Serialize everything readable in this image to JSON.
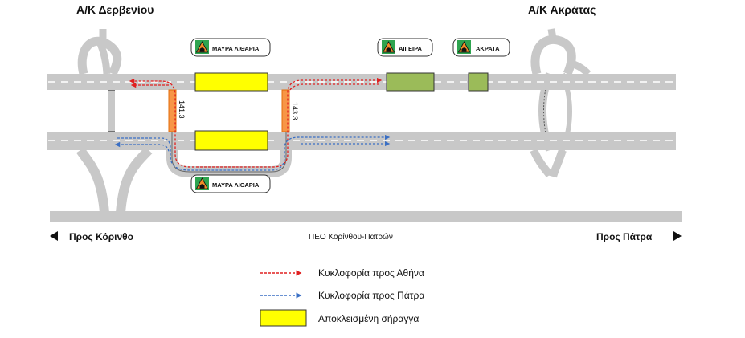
{
  "interchanges": {
    "left": "Α/Κ Δερβενίου",
    "right": "Α/Κ Ακράτας"
  },
  "tunnel_signs": {
    "top_left": "ΜΑΥΡΑ ΛΙΘΑΡΙΑ",
    "top_middle": "ΑΙΓΕΙΡΑ",
    "top_right": "ΑΚΡΑΤΑ",
    "bottom": "ΜΑΥΡΑ ΛΙΘΑΡΙΑ"
  },
  "crossovers": {
    "left_km": "141.3",
    "right_km": "143.3"
  },
  "directions": {
    "left": "Προς Κόρινθο",
    "right": "Προς Πάτρα",
    "road_name": "ΠΕΟ Κορίνθου-Πατρών"
  },
  "legend": {
    "athens": "Κυκλοφορία προς Αθήνα",
    "patra": "Κυκλοφορία προς Πάτρα",
    "closed": "Αποκλεισμένη σήραγγα"
  },
  "colors": {
    "road": "#c8c8c8",
    "lane_marking": "#ffffff",
    "closed_tunnel": "#ffff00",
    "open_tunnel": "#9bbb59",
    "crossover": "#f79646",
    "athens_route": "#e02020",
    "patra_route": "#3a6fc4",
    "sign_green": "#2ea44f",
    "sign_orange": "#f28c28"
  },
  "icons": {
    "tunnel_sign": "tunnel-warning-icon",
    "arrow_left": "triangle-left-icon",
    "arrow_right": "triangle-right-icon"
  }
}
